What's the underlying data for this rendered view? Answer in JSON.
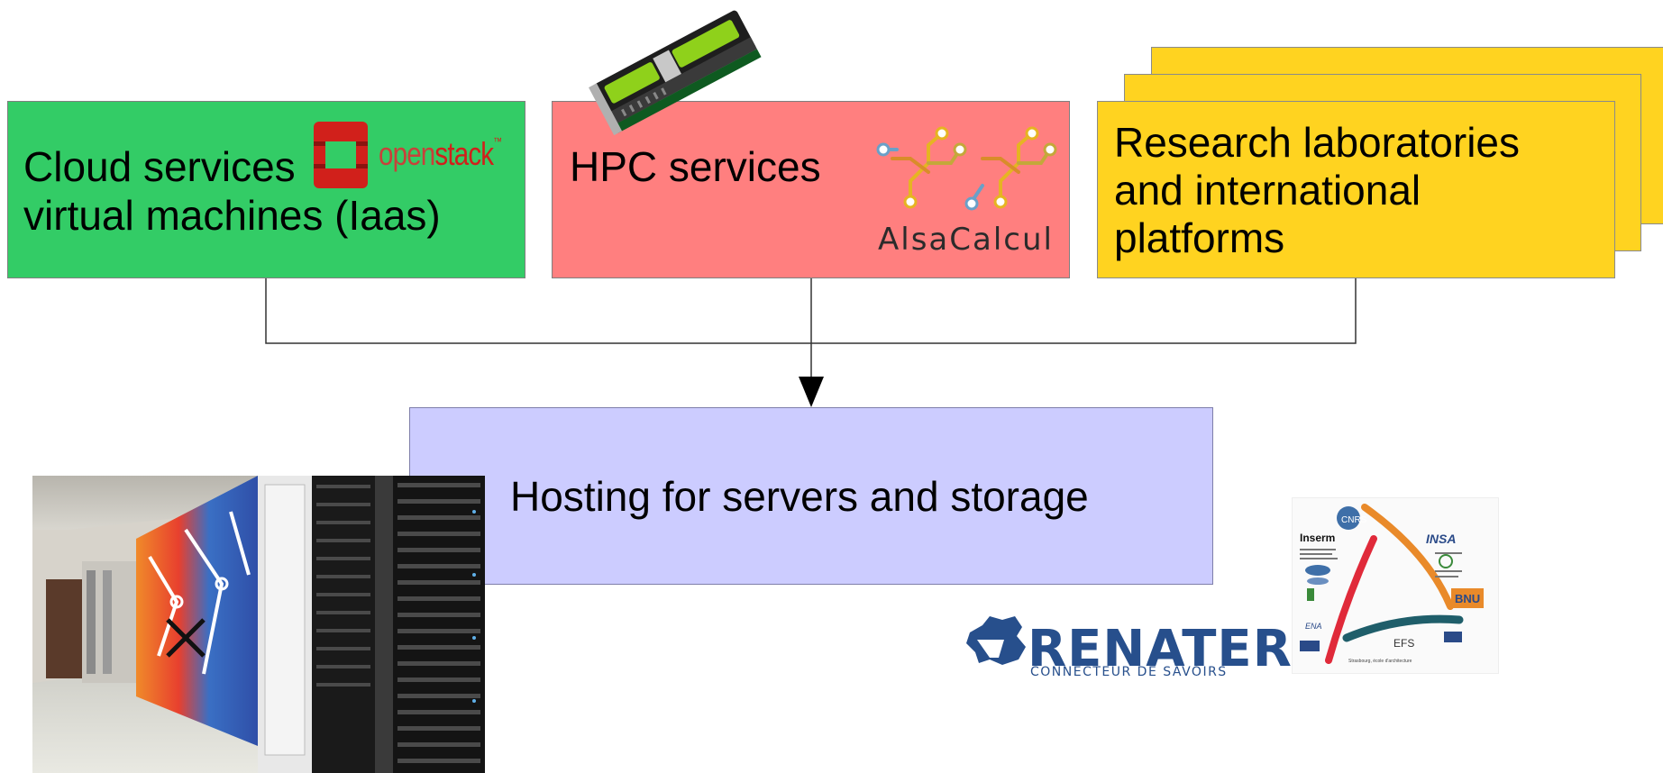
{
  "boxes": {
    "cloud": {
      "text": "Cloud services\nvirtual machines (Iaas)"
    },
    "hpc": {
      "text": "HPC services"
    },
    "research": {
      "text": "Research laboratories\nand international\nplatforms"
    },
    "hosting": {
      "text": "Hosting for servers and storage"
    }
  },
  "logos": {
    "openstack_open": "open",
    "openstack_stack": "stack",
    "openstack_tm": "™",
    "alsacalcul": "AlsaCalcul",
    "renater_name": "RENATER",
    "renater_tagline": "CONNECTEUR DE SAVOIRS"
  },
  "partner_logos": [
    "Inserm",
    "CNRS",
    "INSA",
    "BNU",
    "EFS",
    "ENA",
    "Strasbourg, école d'architecture"
  ],
  "colors": {
    "cloud": "#33cc66",
    "hpc": "#ff7f7f",
    "research": "#ffd320",
    "hosting": "#ccccff",
    "renater": "#274f8c",
    "openstack": "#d1201b"
  },
  "icons": [
    "gpu-card-image",
    "alsacalcul-circuit-icon",
    "openstack-logo-icon",
    "renater-france-icon",
    "datacenter-photo",
    "partners-logo-collage"
  ]
}
